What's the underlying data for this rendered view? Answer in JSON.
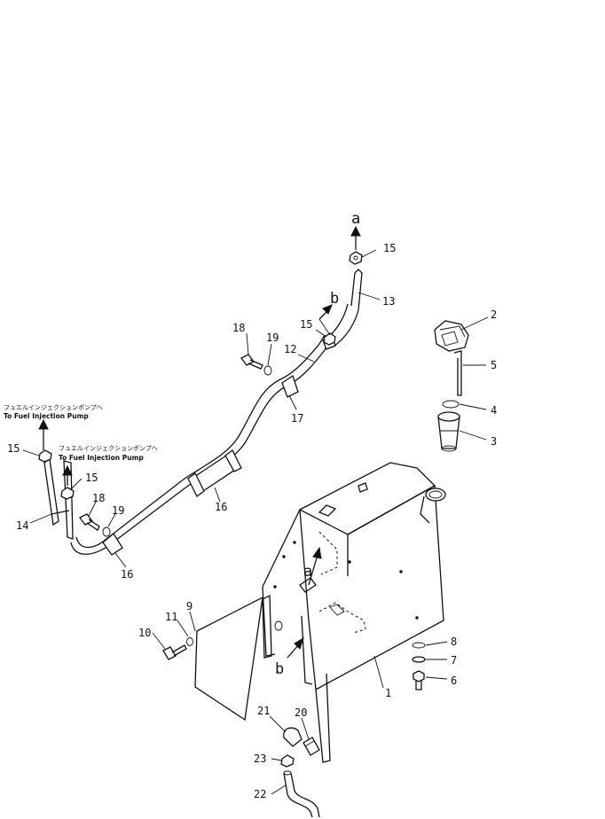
{
  "notes": {
    "upper": {
      "jp": "フュエルインジェクションポンプへ",
      "en": "To Fuel Injection Pump"
    },
    "lower": {
      "jp": "フュエルインジェクションポンプへ",
      "en": "To Fuel Injection Pump"
    }
  },
  "markers": {
    "a_top": "a",
    "b_top": "b",
    "a_tank": "a",
    "b_tank": "b"
  },
  "callouts": {
    "p1": "1",
    "p2": "2",
    "p3": "3",
    "p4": "4",
    "p5": "5",
    "p6": "6",
    "p7": "7",
    "p8": "8",
    "p9": "9",
    "p10": "10",
    "p11": "11",
    "p12": "12",
    "p13": "13",
    "p14": "14",
    "p15a": "15",
    "p15b": "15",
    "p15c": "15",
    "p15d": "15",
    "p16a": "16",
    "p16b": "16",
    "p17": "17",
    "p18a": "18",
    "p18b": "18",
    "p19a": "19",
    "p19b": "19",
    "p20": "20",
    "p21": "21",
    "p22": "22",
    "p23": "23"
  }
}
